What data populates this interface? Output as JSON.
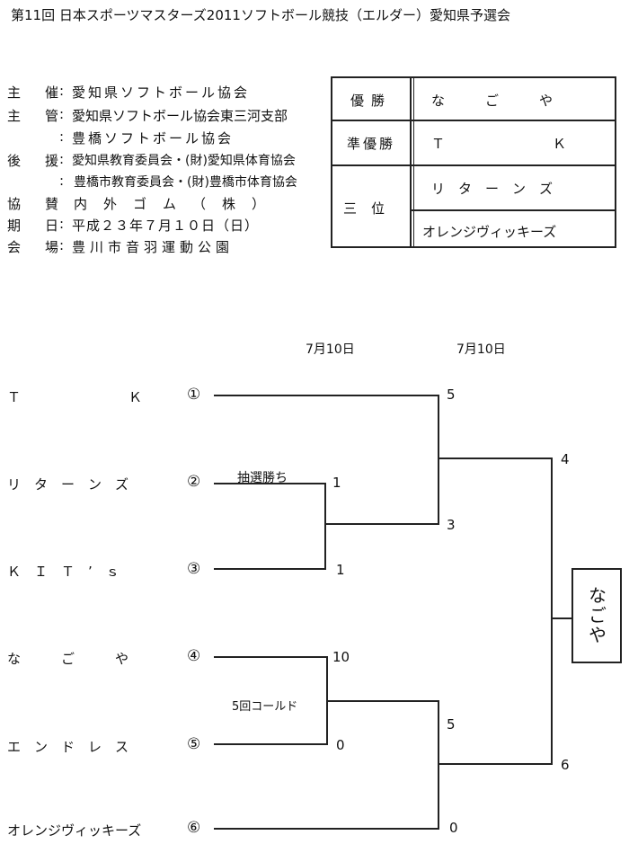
{
  "title": "第11回 日本スポーツマスターズ2011ソフトボール競技（エルダー）愛知県予選会",
  "organizers": [
    {
      "label": "主　催",
      "colon": ":",
      "value": "愛知県ソフトボール協会"
    },
    {
      "label": "主　管",
      "colon": ":",
      "value": "愛知県ソフトボール協会東三河支部"
    },
    {
      "label": "",
      "colon": ":",
      "value": "豊橋ソフトボール協会"
    },
    {
      "label": "後　援",
      "colon": ":",
      "value": "愛知県教育委員会・(財)愛知県体育協会"
    },
    {
      "label": "",
      "colon": ":",
      "value": "豊橋市教育委員会・(財)豊橋市体育協会"
    },
    {
      "label": "協　賛",
      "colon": "",
      "value": "内外ゴム（株）"
    },
    {
      "label": "期　日",
      "colon": ":",
      "value": "平成２３年７月１０日（日）"
    },
    {
      "label": "会　場",
      "colon": ":",
      "value": "豊川市音羽運動公園"
    }
  ],
  "results": {
    "winner_label": "優勝",
    "winner": "な　　　ご　　　や",
    "runner_up_label": "準優勝",
    "runner_up": "Ｔ　　　　　　　　Ｋ",
    "third_label": "三位",
    "third": [
      "リ　タ　ー　ン　ズ",
      "オレンジヴィッキーズ"
    ]
  },
  "bracket": {
    "dates": [
      "7月10日",
      "7月10日"
    ],
    "teams": [
      {
        "name": "Ｔ　　　　　　　　Ｋ",
        "seed": "①"
      },
      {
        "name": "リ　タ　ー　ン　ズ",
        "seed": "②"
      },
      {
        "name": "Ｋ　Ｉ　Ｔ　’　ｓ",
        "seed": "③"
      },
      {
        "name": "な　　　ご　　　や",
        "seed": "④"
      },
      {
        "name": "エ　ン　ド　レ　ス",
        "seed": "⑤"
      },
      {
        "name": "オレンジヴィッキーズ",
        "seed": "⑥"
      }
    ],
    "scores": {
      "r1_top_a": "1",
      "r1_top_b": "1",
      "r1_bot_a": "10",
      "r1_bot_b": "0",
      "sf1_a": "5",
      "sf1_b": "3",
      "sf2_a": "5",
      "sf2_b": "0",
      "final_a": "4",
      "final_b": "6"
    },
    "notes": {
      "lottery": "抽選勝ち",
      "called": "5回コールド"
    },
    "champion": "なごや"
  }
}
